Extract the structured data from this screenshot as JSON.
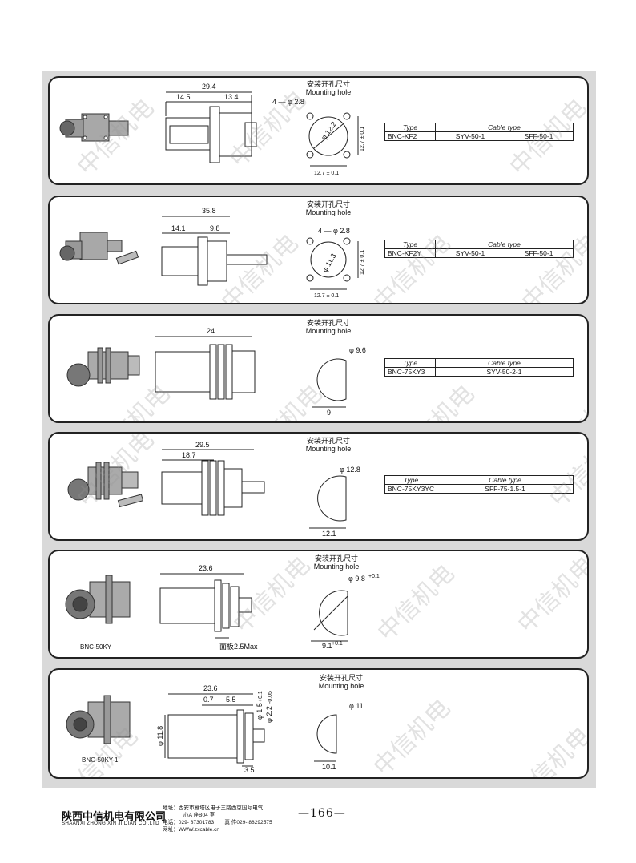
{
  "panels": [
    {
      "mounting_cn": "安装开孔尺寸",
      "mounting_en": "Mounting hole",
      "dims": {
        "overall": "29.4",
        "left": "14.5",
        "right": "13.4",
        "holes": "4 — φ 2.8",
        "circle": "φ 12.2",
        "pitch_v": "12.7 ± 0.1",
        "pitch_h": "12.7 ± 0.1"
      },
      "table": {
        "type_hdr": "Type",
        "cable_hdr": "Cable type",
        "type": "BNC-KF2",
        "cables": [
          "SYV-50-1",
          "SFF-50-1"
        ]
      }
    },
    {
      "mounting_cn": "安装开孔尺寸",
      "mounting_en": "Mounting hole",
      "dims": {
        "overall": "35.8",
        "left": "14.1",
        "right": "9.8",
        "holes": "4 — φ 2.8",
        "circle": "φ 11.3",
        "pitch_v": "12.7 ± 0.1",
        "pitch_h": "12.7 ± 0.1"
      },
      "table": {
        "type_hdr": "Type",
        "cable_hdr": "Cable type",
        "type": "BNC-KF2Y",
        "cables": [
          "SYV-50-1",
          "SFF-50-1"
        ]
      }
    },
    {
      "mounting_cn": "安装开孔尺寸",
      "mounting_en": "Mounting hole",
      "dims": {
        "overall": "24",
        "hole_d": "φ 9.6",
        "flat": "9"
      },
      "table": {
        "type_hdr": "Type",
        "cable_hdr": "Cable type",
        "type": "BNC-75KY3",
        "cables": [
          "SYV-50-2-1"
        ]
      }
    },
    {
      "mounting_cn": "安装开孔尺寸",
      "mounting_en": "Mounting hole",
      "dims": {
        "overall": "29.5",
        "left": "18.7",
        "hole_d": "φ 12.8",
        "flat": "12.1"
      },
      "table": {
        "type_hdr": "Type",
        "cable_hdr": "Cable type",
        "type": "BNC-75KY3YC",
        "cables": [
          "SFF-75-1.5-1"
        ]
      }
    },
    {
      "mounting_cn": "安装开孔尺寸",
      "mounting_en": "Mounting hole",
      "model": "BNC-50KY",
      "dims": {
        "overall": "23.6",
        "panel": "面板2.5Max",
        "hole_d": "φ 9.8",
        "hole_tol": "+0.1",
        "flat": "9.1",
        "flat_tol": "+0.1"
      }
    },
    {
      "mounting_cn": "安装开孔尺寸",
      "mounting_en": "Mounting hole",
      "model": "BNC-50KY-1",
      "dims": {
        "overall": "23.6",
        "a": "0.7",
        "b": "5.5",
        "body_d": "φ 11.8",
        "pin1": "φ 1.5",
        "pin1_tol": "+0.1",
        "pin2": "φ 2.2",
        "pin2_tol": "-0.05",
        "tail": "3.5",
        "hole_d": "φ 11",
        "flat": "10.1"
      }
    }
  ],
  "watermark": "中信机电",
  "footer": {
    "company_cn": "陕西中信机电有限公司",
    "company_en": "SHAANXI ZHONG XIN JI DIAN CO.,LTD",
    "address_line1": "地址：西安市雁塔区电子三路西京国际电气",
    "address_line2": "心A 座B04 室",
    "phone": "电话：029- 87301783　　真 传029- 88292575",
    "web": "网址：WWW.zxcable.cn",
    "page_number": "—166—"
  }
}
